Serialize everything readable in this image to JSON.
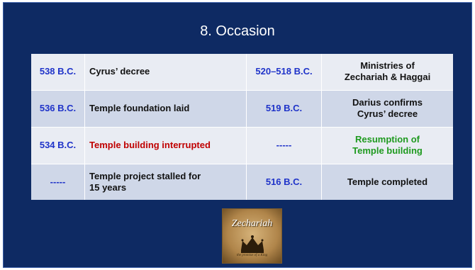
{
  "slide": {
    "title": "8. Occasion"
  },
  "table": {
    "rows": [
      {
        "date1": "538 B.C.",
        "event1": "Cyrus’ decree",
        "date2": "520–518 B.C.",
        "event2_lines": [
          "Ministries of",
          "Zechariah & Haggai"
        ]
      },
      {
        "date1": "536 B.C.",
        "event1": "Temple foundation laid",
        "date2": "519 B.C.",
        "event2_lines": [
          "Darius confirms",
          "Cyrus’ decree"
        ]
      },
      {
        "date1": "534 B.C.",
        "event1": "Temple building interrupted",
        "date2": "-----",
        "event2_lines": [
          "Resumption of",
          "Temple building"
        ]
      },
      {
        "date1": "-----",
        "event1_lines": [
          "Temple project stalled for",
          "15 years"
        ],
        "date2": "516 B.C.",
        "event2": "Temple completed"
      }
    ]
  },
  "image": {
    "title": "Zechariah",
    "subtitle": "the promise of a King"
  },
  "colors": {
    "background": "#0e2a63",
    "date_text": "#1f33c9",
    "interrupted_text": "#c00000",
    "resumption_text": "#1f9a1f"
  }
}
